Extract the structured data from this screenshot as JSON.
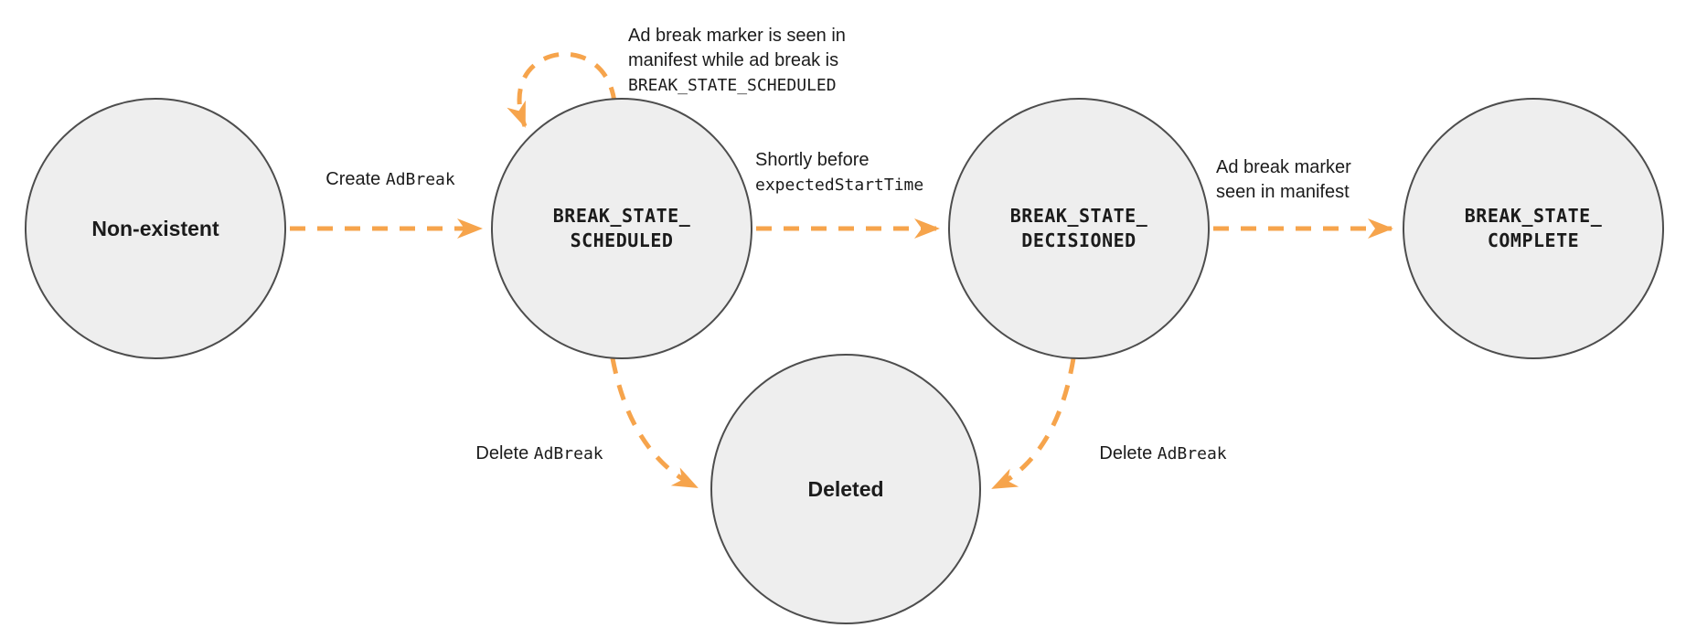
{
  "colors": {
    "arrow": "#F6A44C",
    "node_fill": "#EEEEEE",
    "node_stroke": "#4D4D4D",
    "text": "#1B1B1B"
  },
  "states": {
    "non_existent": {
      "label": "Non-existent"
    },
    "scheduled": {
      "label": "BREAK_STATE_\nSCHEDULED"
    },
    "decisioned": {
      "label": "BREAK_STATE_\nDECISIONED"
    },
    "complete": {
      "label": "BREAK_STATE_\nCOMPLETE"
    },
    "deleted": {
      "label": "Deleted"
    }
  },
  "edges": {
    "create": {
      "plain": "Create ",
      "code": "AdBreak"
    },
    "marker_seen_loop": {
      "line1": "Ad break marker is seen in",
      "line2": "manifest while ad break is",
      "line3": "BREAK_STATE_SCHEDULED"
    },
    "shortly_before": {
      "plain": "Shortly before",
      "code": "expectedStartTime"
    },
    "marker_seen": {
      "label": "Ad break marker\nseen in manifest"
    },
    "delete_left": {
      "plain": "Delete ",
      "code": "AdBreak"
    },
    "delete_right": {
      "plain": "Delete ",
      "code": "AdBreak"
    }
  }
}
